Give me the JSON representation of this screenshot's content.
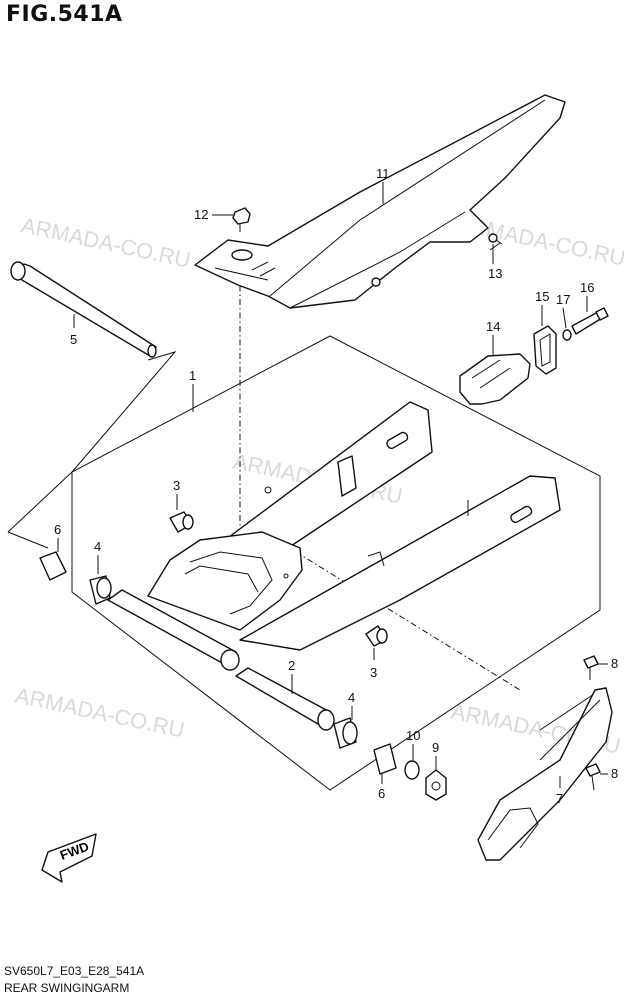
{
  "header": {
    "title": "FIG.541A"
  },
  "footer": {
    "code": "SV650L7_E03_E28_541A",
    "caption": "REAR SWINGINGARM"
  },
  "watermark": {
    "text": "ARMADA-CO.RU",
    "color": "#d9d9d9"
  },
  "callouts": {
    "c1": "1",
    "c2": "2",
    "c3a": "3",
    "c3b": "3",
    "c4a": "4",
    "c4b": "4",
    "c5": "5",
    "c6a": "6",
    "c6b": "6",
    "c7": "7",
    "c8a": "8",
    "c8b": "8",
    "c9": "9",
    "c10": "10",
    "c11": "11",
    "c12": "12",
    "c13": "13",
    "c14": "14",
    "c15": "15",
    "c16": "16",
    "c17": "17"
  },
  "fwd_label": "FWD"
}
